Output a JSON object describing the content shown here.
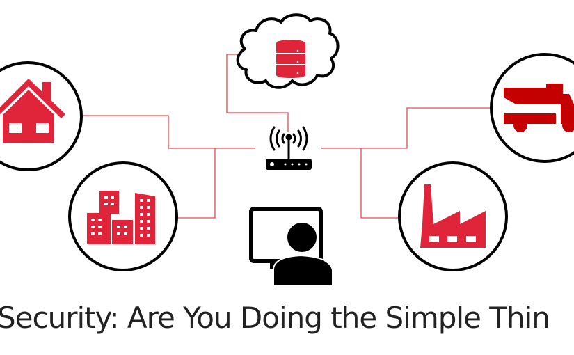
{
  "title": "Security: Are You Doing the Simple Thin",
  "colors": {
    "accent_red": "#e0243a",
    "truck_red": "#c40000",
    "line_red": "#e8474f",
    "outline": "#000000",
    "text": "#222222"
  },
  "nodes": [
    {
      "name": "house",
      "icon": "house-icon"
    },
    {
      "name": "office-buildings",
      "icon": "buildings-icon"
    },
    {
      "name": "cloud-database",
      "icon": "database-icon"
    },
    {
      "name": "wireless-router",
      "icon": "wifi-router-icon"
    },
    {
      "name": "user-workstation",
      "icon": "computer-user-icon"
    },
    {
      "name": "dump-truck",
      "icon": "truck-icon"
    },
    {
      "name": "factory",
      "icon": "factory-icon"
    }
  ]
}
